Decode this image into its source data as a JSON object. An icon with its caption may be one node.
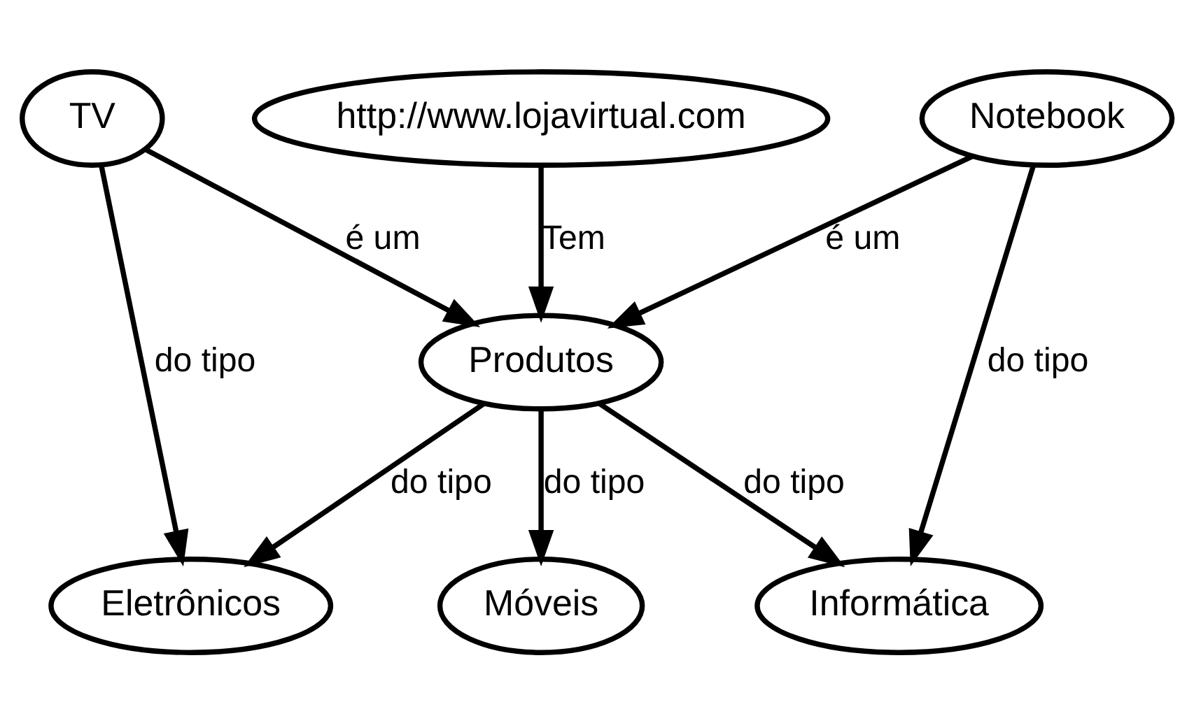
{
  "diagram": {
    "nodes": [
      {
        "text": [
          "http://www.lojavirtual.com"
        ]
      },
      {
        "text": [
          "Produtos"
        ]
      },
      {
        "text": [
          "Eletrônicos"
        ]
      },
      {
        "text": [
          "Informática"
        ]
      },
      {
        "text": [
          "Móveis"
        ]
      },
      {
        "text": [
          "TV"
        ]
      },
      {
        "text": [
          "Notebook"
        ]
      }
    ],
    "edges": [
      {
        "from": 0,
        "to": 1,
        "arrow": "to",
        "label": "Tem"
      },
      {
        "from": 5,
        "to": 1,
        "arrow": "to",
        "label": "é um"
      },
      {
        "from": 6,
        "to": 1,
        "arrow": "to",
        "label": "é um"
      },
      {
        "from": 1,
        "to": 2,
        "arrow": "to",
        "label": "do tipo"
      },
      {
        "from": 1,
        "to": 3,
        "arrow": "to",
        "label": "do tipo"
      },
      {
        "from": 1,
        "to": 4,
        "arrow": "to",
        "label": "do tipo"
      },
      {
        "from": 5,
        "to": 2,
        "arrow": "to",
        "label": "do tipo"
      },
      {
        "from": 6,
        "to": 3,
        "arrow": "to",
        "label": "do tipo"
      }
    ]
  }
}
